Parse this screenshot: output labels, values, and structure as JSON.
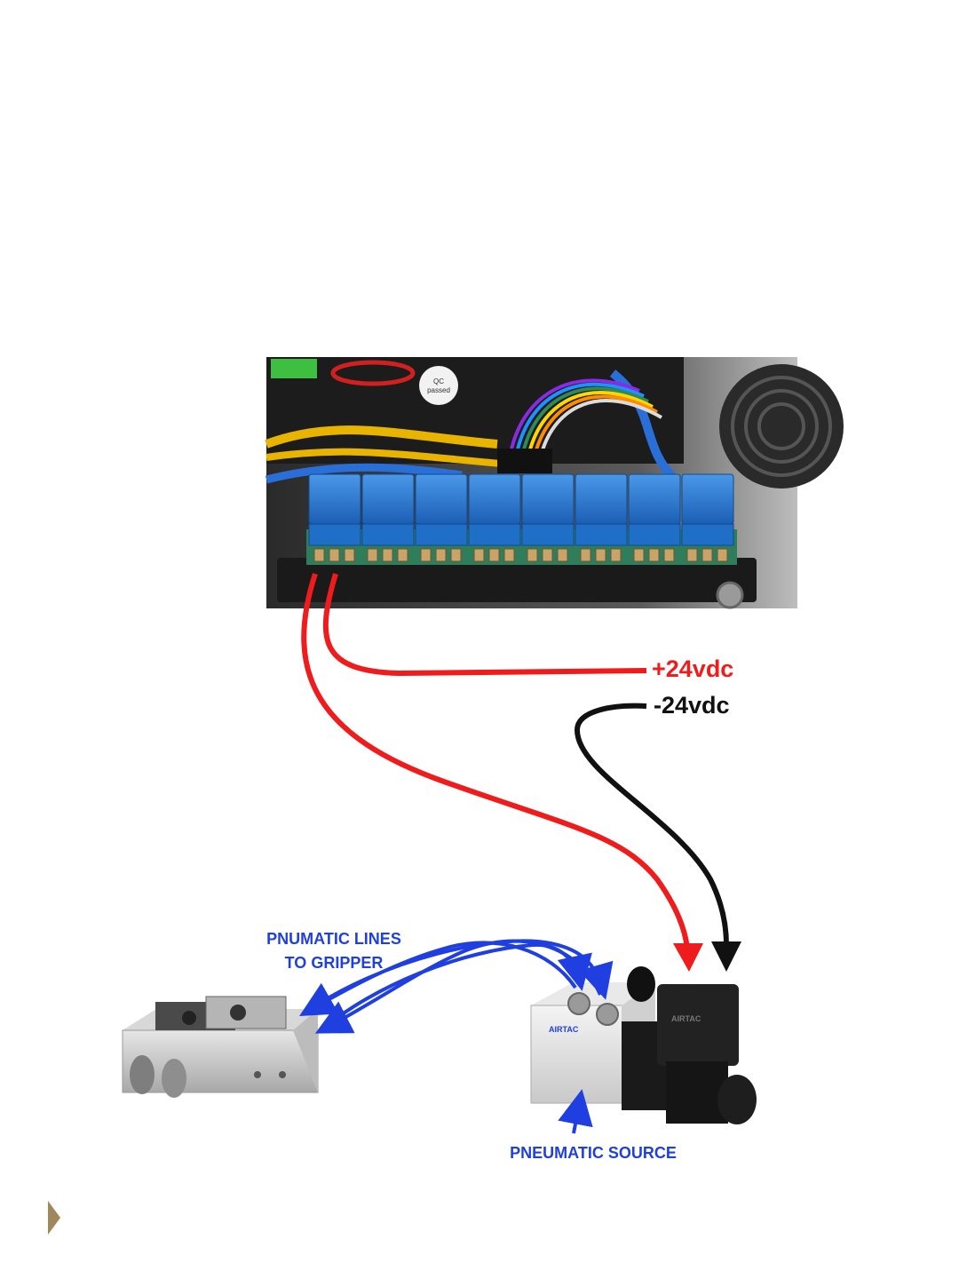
{
  "photo": {
    "qc_sticker": [
      "QC",
      "passed"
    ]
  },
  "labels": {
    "positive_voltage": "+24vdc",
    "negative_voltage": "-24vdc",
    "pneumatic_lines": [
      "PNUMATIC LINES",
      "TO GRIPPER"
    ],
    "pneumatic_source": "PNEUMATIC SOURCE"
  },
  "valve": {
    "body_brand": "AIRTAC",
    "coil_brand": "AIRTAC"
  },
  "colors": {
    "positive_wire": "#ee1c1c",
    "negative_wire": "#111111",
    "pneumatic_arrow": "#1f3fe0",
    "relay_blue": "#1f6fc9",
    "nav_arrow": "#a0875c"
  },
  "icons": {
    "next_slide": "triangle-right-icon"
  }
}
